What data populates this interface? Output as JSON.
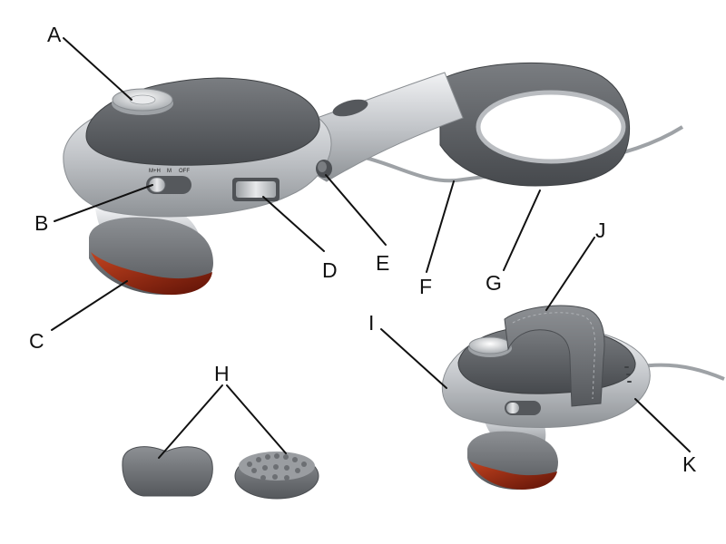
{
  "switch_marks": [
    "M+H",
    "M",
    "OFF"
  ],
  "labels": [
    {
      "id": "A",
      "text": "A"
    },
    {
      "id": "B",
      "text": "B"
    },
    {
      "id": "C",
      "text": "C"
    },
    {
      "id": "D",
      "text": "D"
    },
    {
      "id": "E",
      "text": "E"
    },
    {
      "id": "F",
      "text": "F"
    },
    {
      "id": "G",
      "text": "G"
    },
    {
      "id": "H",
      "text": "H"
    },
    {
      "id": "I",
      "text": "I"
    },
    {
      "id": "J",
      "text": "J"
    },
    {
      "id": "K",
      "text": "K"
    }
  ],
  "colors": {
    "body_dark": "#5f6266",
    "body_silver": "#c9ccd0",
    "head_red": "#8a1e0c",
    "cable": "#9ea2a6",
    "ink": "#111111"
  }
}
